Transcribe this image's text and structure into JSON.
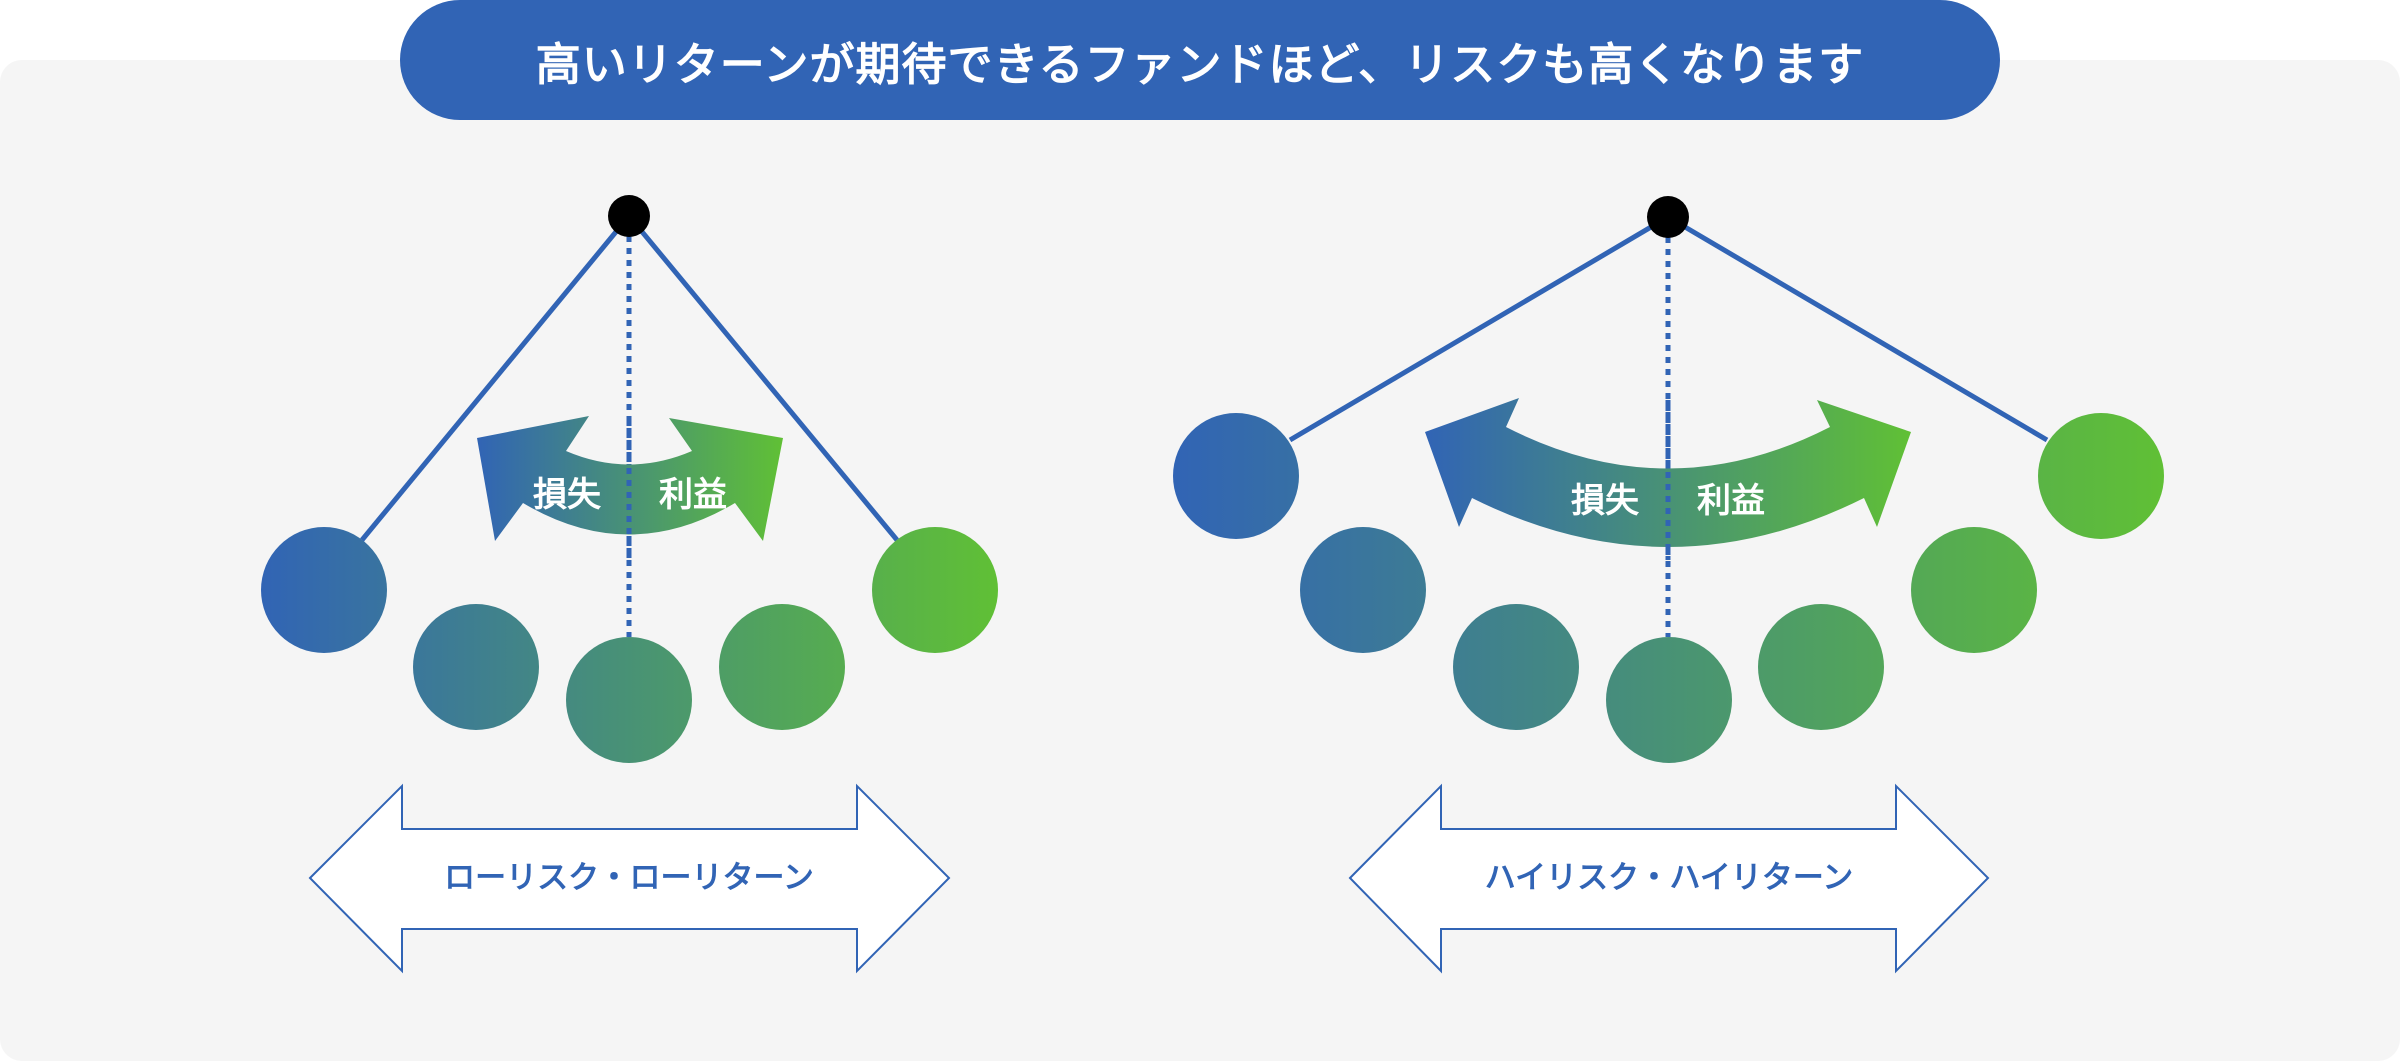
{
  "header": {
    "title": "高いリターンが期待できるファンドほど、リスクも高くなります"
  },
  "colors": {
    "brand_blue": "#3164b5",
    "brand_green": "#60c035",
    "panel_bg": "#f5f5f5",
    "pivot": "#000000"
  },
  "left_diagram": {
    "arrow_loss_label": "損失",
    "arrow_gain_label": "利益",
    "bottom_label": "ローリスク・ローリターン",
    "ball_count": 5
  },
  "right_diagram": {
    "arrow_loss_label": "損失",
    "arrow_gain_label": "利益",
    "bottom_label": "ハイリスク・ハイリターン",
    "ball_count": 7
  },
  "icons": {
    "pivot": "pivot-dot-icon",
    "swing_arrow": "curved-double-arrow-icon",
    "range_arrow": "double-headed-arrow-icon"
  }
}
